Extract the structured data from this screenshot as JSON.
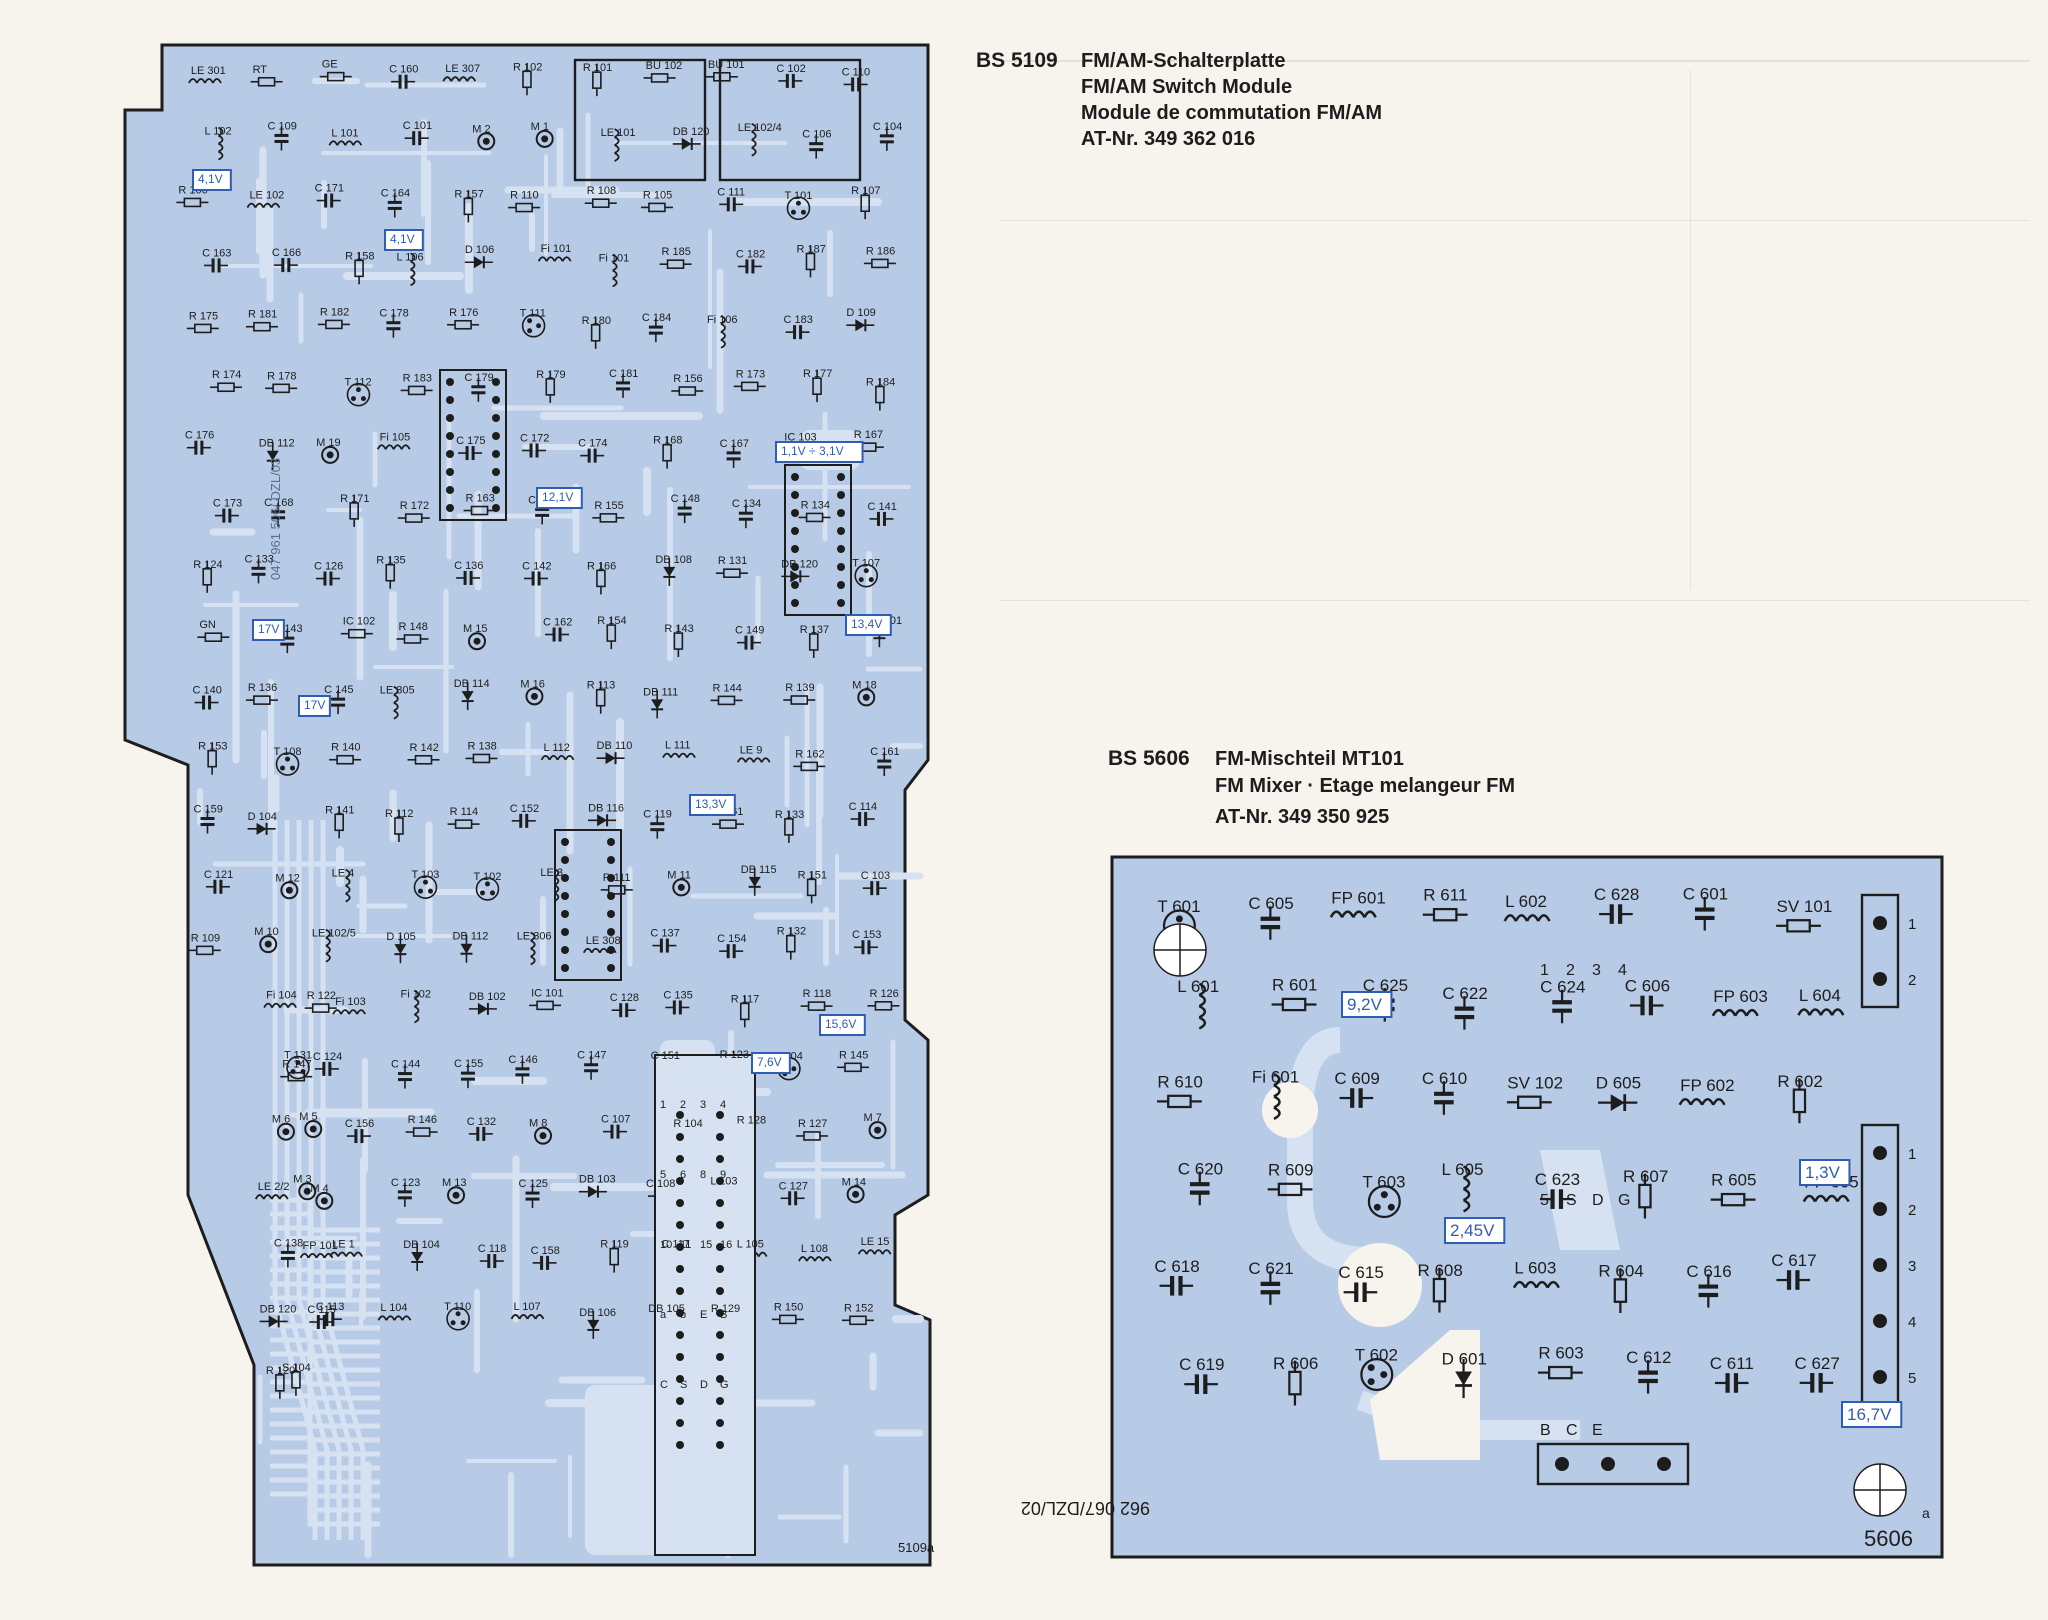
{
  "board_main": {
    "code": "BS 5109",
    "title_de": "FM/AM-Schalterplatte",
    "title_en": "FM/AM Switch Module",
    "title_fr": "Module de commutation FM/AM",
    "part_no": "AT-Nr. 349 362 016",
    "board_id": "5109a",
    "marking": "047 961 506/ DZL/03",
    "voltages": [
      "4,1V",
      "4,1V",
      "12,1V",
      "1,1V ÷ 3,1V",
      "13,4V",
      "17V",
      "17V",
      "13,3V",
      "15,6V",
      "7,6V"
    ],
    "components": [
      "LE 301",
      "RT",
      "GE",
      "C 160",
      "LE 307",
      "R 102",
      "R 101",
      "BU 102",
      "BU 101",
      "C 102",
      "C 110",
      "L 102",
      "C 109",
      "L 101",
      "C 101",
      "M 2",
      "M 1",
      "LE 101",
      "DB 120",
      "LE 102/4",
      "C 106",
      "C 104",
      "R 106",
      "LE 102",
      "C 171",
      "C 164",
      "R 157",
      "R 110",
      "R 108",
      "R 105",
      "C 111",
      "T 101",
      "R 107",
      "C 163",
      "C 166",
      "R 158",
      "L 106",
      "D 106",
      "Fi 101",
      "Fi 101",
      "R 185",
      "C 182",
      "R 187",
      "R 186",
      "R 175",
      "R 181",
      "R 182",
      "C 178",
      "R 176",
      "T 111",
      "R 180",
      "C 184",
      "Fi 106",
      "C 183",
      "D 109",
      "R 174",
      "R 178",
      "T 112",
      "R 183",
      "C 179",
      "R 179",
      "C 181",
      "R 156",
      "R 173",
      "R 177",
      "R 184",
      "C 176",
      "DB 112",
      "M 19",
      "Fi 105",
      "C 175",
      "C 172",
      "C 174",
      "R 168",
      "C 167",
      "IC 103",
      "R 167",
      "C 173",
      "C 168",
      "R 171",
      "R 172",
      "R 163",
      "C 165",
      "R 155",
      "C 148",
      "C 134",
      "R 134",
      "C 141",
      "R 124",
      "C 133",
      "C 126",
      "R 135",
      "C 136",
      "C 142",
      "R 166",
      "DB 108",
      "R 131",
      "DB 120",
      "T 107",
      "GN",
      "C 143",
      "IC 102",
      "R 148",
      "M 15",
      "C 162",
      "R 154",
      "R 143",
      "C 149",
      "R 137",
      "DB 101",
      "C 140",
      "R 136",
      "C 145",
      "LE 305",
      "DB 114",
      "M 16",
      "R 113",
      "DB 111",
      "R 144",
      "R 139",
      "M 18",
      "R 153",
      "T 108",
      "R 140",
      "R 142",
      "R 138",
      "L 112",
      "DB 110",
      "L 111",
      "LE 9",
      "R 162",
      "C 161",
      "C 159",
      "D 104",
      "R 141",
      "R 112",
      "R 114",
      "C 152",
      "DB 116",
      "C 119",
      "R 161",
      "R 133",
      "C 114",
      "C 121",
      "M 12",
      "LE 4",
      "T 103",
      "T 102",
      "LE 3",
      "R 111",
      "M 11",
      "DB 115",
      "R 151",
      "C 103",
      "R 109",
      "M 10",
      "LE 102/5",
      "D 105",
      "DB 112",
      "LE 306",
      "LE 308",
      "C 137",
      "C 154",
      "R 132",
      "C 153",
      "R 122",
      "Fi 104",
      "Fi 103",
      "Fi 102",
      "DB 102",
      "IC 101",
      "C 128",
      "C 135",
      "R 117",
      "R 118",
      "R 126",
      "R 147",
      "T 131",
      "C 124",
      "C 144",
      "C 155",
      "C 146",
      "C 147",
      "C 151",
      "R 123",
      "T 104",
      "R 145",
      "M 5",
      "M 6",
      "C 156",
      "R 146",
      "C 132",
      "M 8",
      "C 107",
      "R 104",
      "R 128",
      "R 127",
      "M 7",
      "M 3",
      "LE 2/2",
      "M 4",
      "C 123",
      "M 13",
      "C 125",
      "DB 103",
      "C 108",
      "L 103",
      "C 127",
      "M 14",
      "FP 101",
      "C 138",
      "LE 1",
      "DB 104",
      "C 118",
      "C 158",
      "R 119",
      "C 117",
      "L 105",
      "L 108",
      "LE 15",
      "C 115",
      "DB 120",
      "C 113",
      "L 104",
      "T 110",
      "L 107",
      "DB 106",
      "DB 105",
      "R 129",
      "R 150",
      "R 152",
      "S 104",
      "R 120"
    ],
    "test_labels": [
      "M 1",
      "M 2",
      "M 3",
      "M 4",
      "M 5",
      "M 6",
      "M 7",
      "M 8",
      "M 10",
      "M 11",
      "M 12",
      "M 13",
      "M 14",
      "M 15",
      "M 16",
      "M 18",
      "M 19"
    ],
    "pin_labels": [
      "1",
      "2",
      "3",
      "4",
      "5",
      "6",
      "8",
      "9",
      "10",
      "11",
      "15",
      "16",
      "a",
      "b",
      "E",
      "B",
      "C",
      "S",
      "D",
      "G"
    ]
  },
  "board_mixer": {
    "code": "BS 5606",
    "title_de": "FM-Mischteil MT101",
    "title_en": "FM Mixer · Etage melangeur FM",
    "part_no": "AT-Nr. 349 350 925",
    "board_id": "5606",
    "board_id_suffix": "a",
    "marking": "962 067/DZL/02",
    "voltages": [
      "9,2V",
      "1,3V",
      "2,45V",
      "16,7V"
    ],
    "components": [
      "T 601",
      "C 605",
      "FP 601",
      "R 611",
      "L 602",
      "C 628",
      "C 601",
      "SV 101",
      "L 601",
      "R 601",
      "C 625",
      "C 622",
      "C 624",
      "C 606",
      "FP 603",
      "L 604",
      "R 610",
      "Fi 601",
      "C 609",
      "C 610",
      "SV 102",
      "D 605",
      "FP 602",
      "R 602",
      "C 620",
      "R 609",
      "T 603",
      "L 605",
      "C 623",
      "R 607",
      "R 605",
      "FP 605",
      "C 618",
      "C 621",
      "C 615",
      "R 608",
      "L 603",
      "R 604",
      "C 616",
      "C 617",
      "C 619",
      "R 606",
      "T 602",
      "D 601",
      "R 603",
      "C 612",
      "C 611",
      "C 627"
    ],
    "pin_labels": [
      "1",
      "2",
      "3",
      "4",
      "5",
      "S",
      "D",
      "G",
      "B",
      "C",
      "E"
    ]
  },
  "colors": {
    "board_fill": "#b7cbe6",
    "board_trace": "#d6e2f1",
    "paper": "#f7f4ee",
    "ink": "#1d1d1d",
    "voltage_box": "#2f5db3"
  }
}
